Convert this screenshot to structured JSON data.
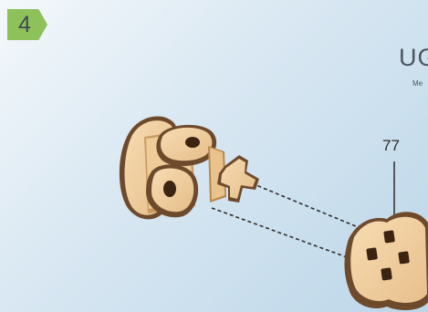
{
  "step": {
    "number": "4",
    "badge_color": "#8ec15a"
  },
  "brand": {
    "title": "UG",
    "subtitle": "Me"
  },
  "part": {
    "number": "77",
    "name": "cross-pattern-disc-icon"
  },
  "assembly": {
    "name": "wooden-joint-assembly-icon"
  },
  "colors": {
    "wood_light": "#f0cfa0",
    "wood_dark": "#6e4a2c",
    "hole": "#3b2412"
  }
}
